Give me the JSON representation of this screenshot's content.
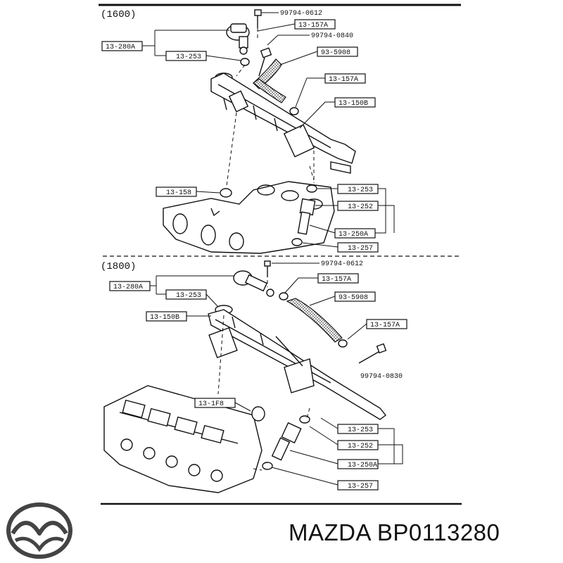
{
  "sections": [
    {
      "title": "(1600)",
      "labels": {
        "bolt_top": "99794-0612",
        "clamp_a1": "13-157A",
        "bolt_mid": "99794-0840",
        "regulator": "13-280A",
        "oring": "13-253",
        "hose": "93-5908",
        "clamp_a2": "13-157A",
        "rail": "13-150B",
        "plug": "13-158",
        "inj_oring": "13-253",
        "inj_insulator": "13-252",
        "injector": "13-250A",
        "inj_seal": "13-257"
      }
    },
    {
      "title": "(1800)",
      "labels": {
        "bolt_top": "99794-0612",
        "clamp_a1": "13-157A",
        "regulator": "13-280A",
        "oring": "13-253",
        "hose": "93-5908",
        "rail": "13-150B",
        "clamp_a2": "13-157A",
        "bolt_side": "99794-0830",
        "plug": "13-1F8",
        "inj_oring": "13-253",
        "inj_insulator": "13-252",
        "injector": "13-250A",
        "inj_seal": "13-257"
      }
    }
  ],
  "brand": {
    "logo": "mazda-logo",
    "caption": "MAZDA BP0113280"
  }
}
